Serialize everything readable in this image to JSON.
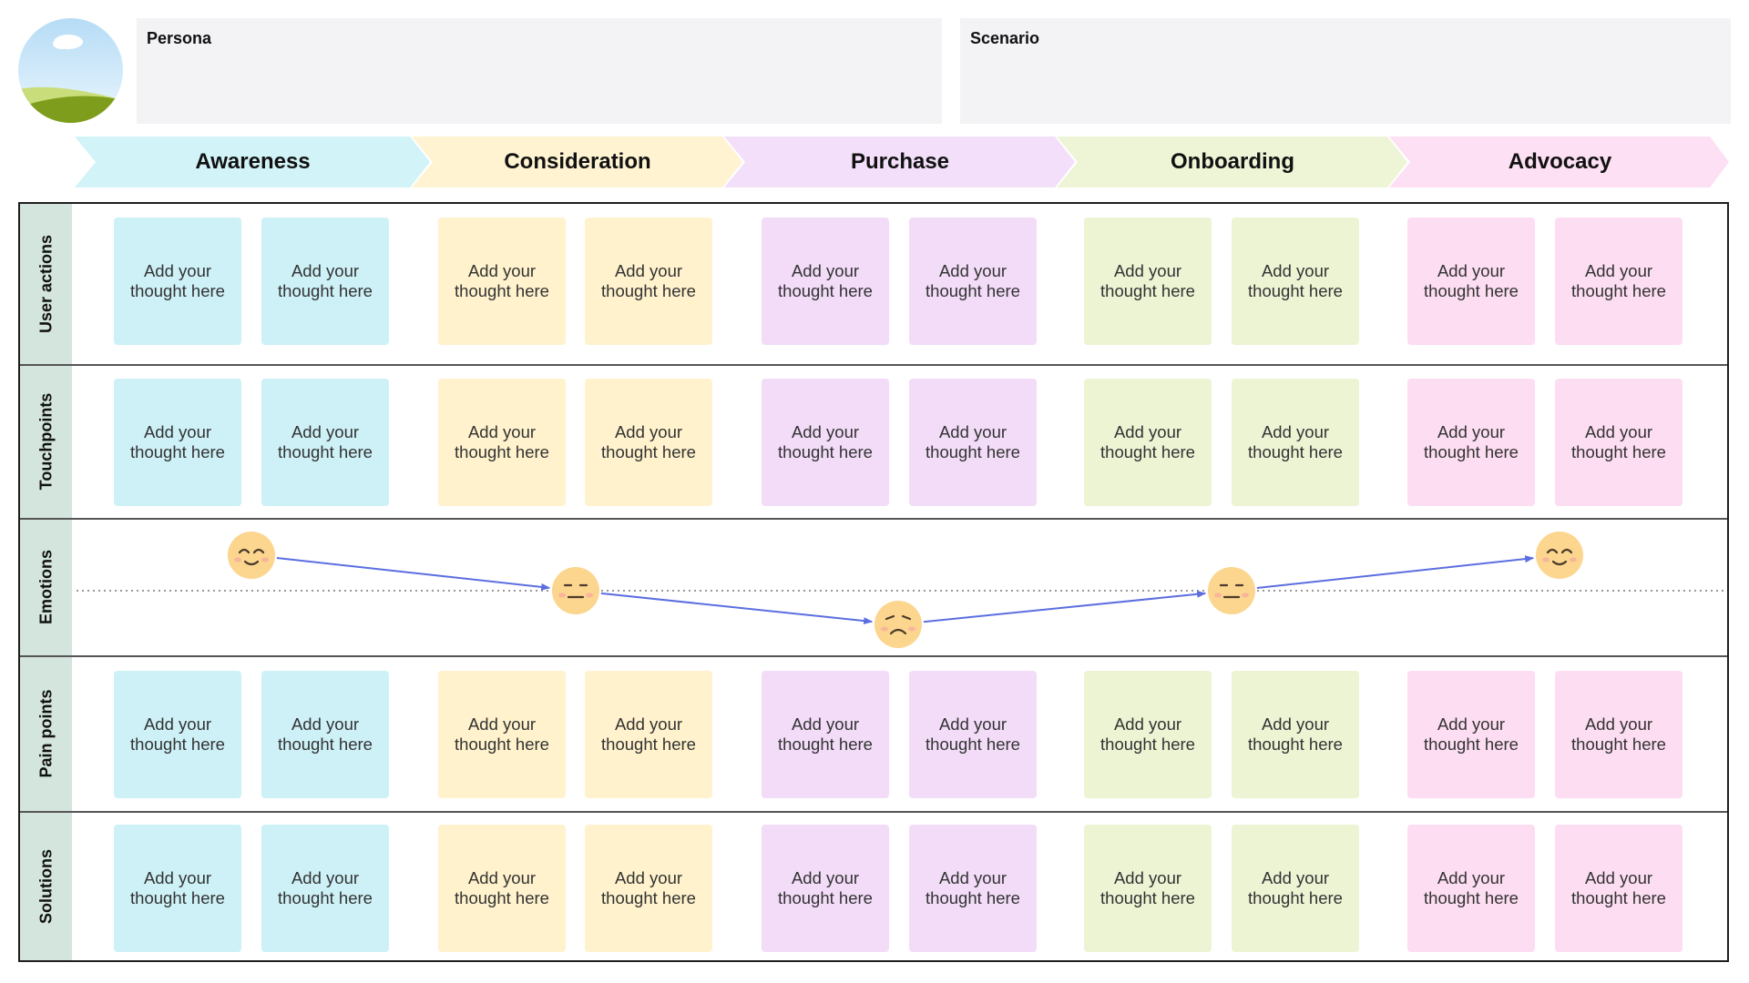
{
  "persona": {
    "label": "Persona"
  },
  "scenario": {
    "label": "Scenario"
  },
  "stages": [
    {
      "name": "Awareness",
      "color": "#d2f3f8",
      "note_color": "#cdf1f7"
    },
    {
      "name": "Consideration",
      "color": "#fff3d2",
      "note_color": "#fff2cc"
    },
    {
      "name": "Purchase",
      "color": "#f3dffa",
      "note_color": "#f2dcf8"
    },
    {
      "name": "Onboarding",
      "color": "#eef5d7",
      "note_color": "#edf4d4"
    },
    {
      "name": "Advocacy",
      "color": "#fde0f3",
      "note_color": "#fdddf2"
    }
  ],
  "rows": [
    {
      "label": "User actions"
    },
    {
      "label": "Touchpoints"
    },
    {
      "label": "Emotions"
    },
    {
      "label": "Pain points"
    },
    {
      "label": "Solutions"
    }
  ],
  "note_text": {
    "line1": "Add your",
    "line2": "thought here"
  },
  "emotions": [
    {
      "stage": "Awareness",
      "mood": "happy"
    },
    {
      "stage": "Consideration",
      "mood": "neutral"
    },
    {
      "stage": "Purchase",
      "mood": "sad"
    },
    {
      "stage": "Onboarding",
      "mood": "neutral"
    },
    {
      "stage": "Advocacy",
      "mood": "happy"
    }
  ],
  "colors": {
    "row_header": "#d3e5dc",
    "emotion_line": "#5b6ee0",
    "face": "#fcd58e"
  }
}
